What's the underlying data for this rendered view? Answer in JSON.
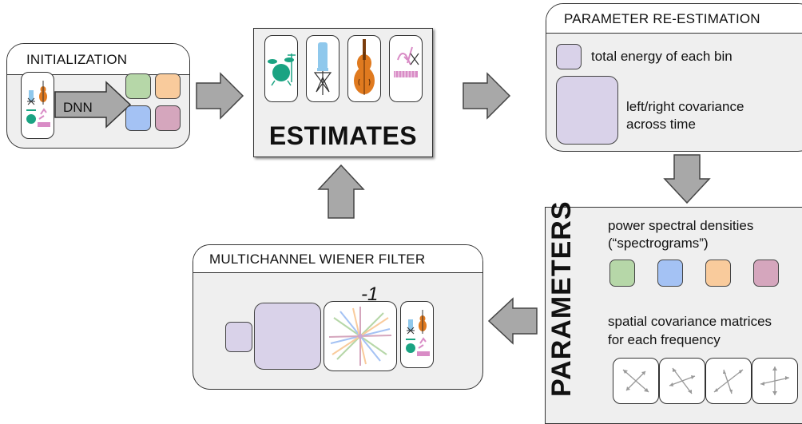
{
  "initialization": {
    "title": "INITIALIZATION",
    "arrow_label": "DNN"
  },
  "estimates": {
    "title": "ESTIMATES"
  },
  "re_estimation": {
    "title": "PARAMETER RE-ESTIMATION",
    "energy_label": "total energy of each bin",
    "covariance_label_1": "left/right covariance",
    "covariance_label_2": "across time"
  },
  "parameters": {
    "title": "PARAMETERS",
    "psd_label_1": "power spectral densities",
    "psd_label_2": "(“spectrograms”)",
    "spatial_label_1": "spatial covariance matrices",
    "spatial_label_2": "for each frequency"
  },
  "wiener": {
    "title": "MULTICHANNEL WIENER FILTER",
    "inverse_label": "-1"
  },
  "colors": {
    "green": "#b6d7a8",
    "blue": "#a4c2f4",
    "orange": "#f9cb9c",
    "pink": "#d5a6bd",
    "lavender": "#d9d2e9",
    "arrow": "#a8a8a8",
    "drums": "#1aa382",
    "mic": "#8fc8ec",
    "bass": "#e07a1f",
    "synth": "#d98cc6"
  }
}
